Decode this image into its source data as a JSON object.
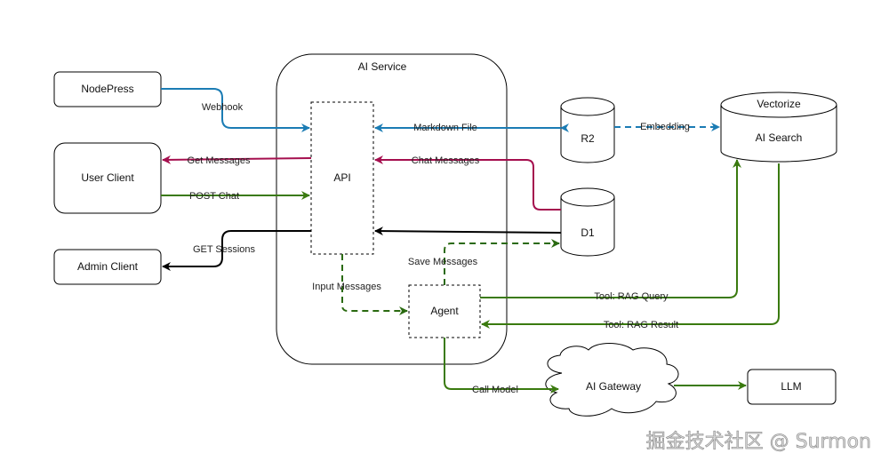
{
  "colors": {
    "blue": "#1b7cb4",
    "crimson": "#a50f4e",
    "green": "#3a7a0f",
    "dark_green": "#2a6a10",
    "black": "#000000"
  },
  "nodes": {
    "nodepress": "NodePress",
    "user_client": "User Client",
    "admin_client": "Admin Client",
    "ai_service": "AI Service",
    "api": "API",
    "agent": "Agent",
    "r2": "R2",
    "d1": "D1",
    "vectorize_top": "Vectorize",
    "ai_search": "AI Search",
    "ai_gateway": "AI Gateway",
    "llm": "LLM"
  },
  "edges": {
    "webhook": "Webhook",
    "get_messages": "Get Messages",
    "post_chat": "POST Chat",
    "get_sessions": "GET Sessions",
    "markdown_file": "Markdown File",
    "chat_messages": "Chat Messages",
    "embedding": "Embedding",
    "save_messages": "Save Messages",
    "input_messages": "Input Messages",
    "rag_query": "Tool: RAG Query",
    "rag_result": "Tool: RAG Result",
    "call_model": "Call Model"
  },
  "watermark": "掘金技术社区 @ Surmon"
}
